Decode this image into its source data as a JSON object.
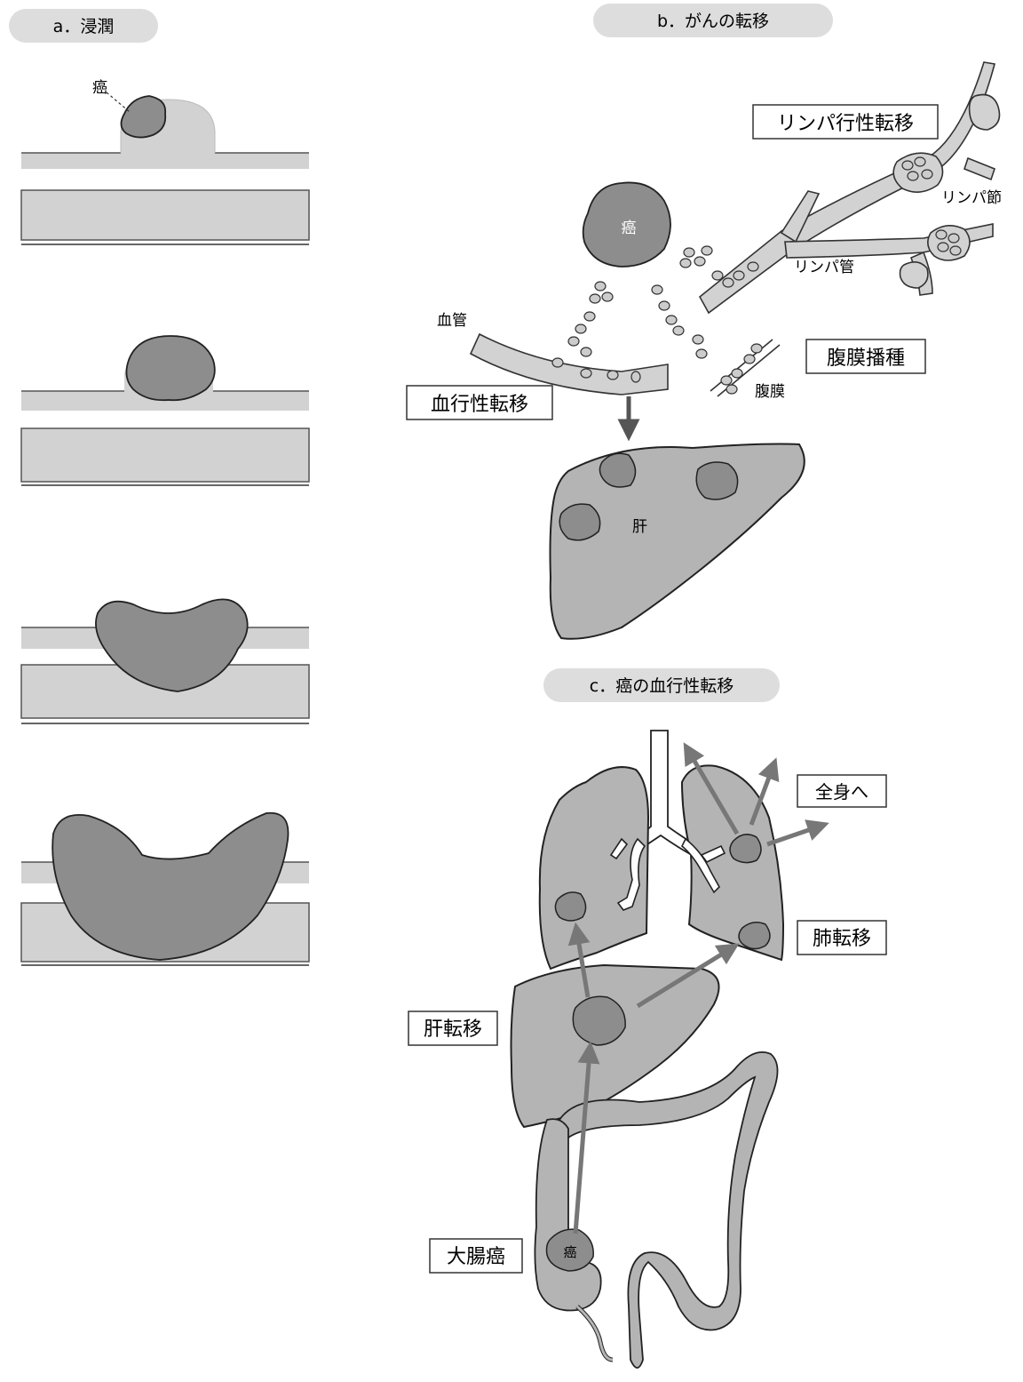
{
  "panel_a": {
    "title": "a．浸潤",
    "cancer_label": "癌"
  },
  "panel_b": {
    "title": "b．がんの転移",
    "lymphatic_metastasis": "リンパ行性転移",
    "lymph_node": "リンパ節",
    "lymph_vessel": "リンパ管",
    "cancer": "癌",
    "blood_vessel": "血管",
    "peritoneal_dissemination": "腹膜播種",
    "peritoneum": "腹膜",
    "hematogenous_metastasis": "血行性転移",
    "liver": "肝"
  },
  "panel_c": {
    "title": "c．癌の血行性転移",
    "to_whole_body": "全身へ",
    "lung_metastasis": "肺転移",
    "liver_metastasis": "肝転移",
    "colorectal_cancer": "大腸癌",
    "cancer": "癌"
  },
  "colors": {
    "tumor_fill": "#8d8d8d",
    "organ_fill": "#b4b4b4",
    "tissue_fill": "#d2d2d2",
    "pill_fill": "#dddddd",
    "arrow": "#777777",
    "outline": "#222222"
  }
}
